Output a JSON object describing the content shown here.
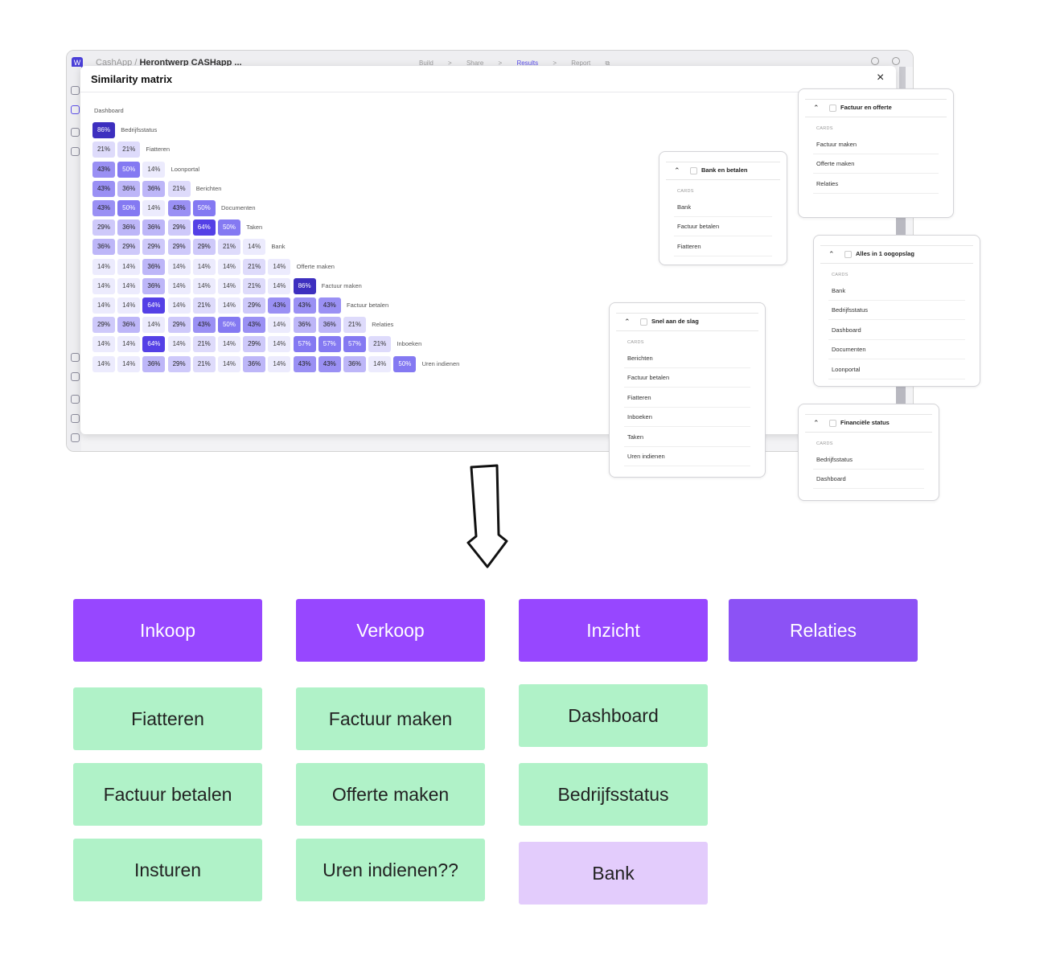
{
  "app": {
    "logo": "W",
    "breadcrumb_project": "CashApp",
    "breadcrumb_sep": "/",
    "breadcrumb_page": "Herontwerp CASHapp ...",
    "nav": [
      "Build",
      ">",
      "Share",
      ">",
      "Results",
      ">",
      "Report"
    ],
    "nav_active": "Results"
  },
  "modal": {
    "title": "Similarity matrix",
    "close": "×"
  },
  "matrix": {
    "labels": [
      "Dashboard",
      "Bedrijfsstatus",
      "Fiatteren",
      "Loonportal",
      "Berichten",
      "Documenten",
      "Taken",
      "Bank",
      "Offerte maken",
      "Factuur maken",
      "Factuur betalen",
      "Relaties",
      "Inboeken",
      "Uren indienen"
    ],
    "rows": [
      [],
      [
        "86%"
      ],
      [
        "21%",
        "21%"
      ],
      [
        "43%",
        "50%",
        "14%"
      ],
      [
        "43%",
        "36%",
        "36%",
        "21%"
      ],
      [
        "43%",
        "50%",
        "14%",
        "43%",
        "50%"
      ],
      [
        "29%",
        "36%",
        "36%",
        "29%",
        "64%",
        "50%"
      ],
      [
        "36%",
        "29%",
        "29%",
        "29%",
        "29%",
        "21%",
        "14%"
      ],
      [
        "14%",
        "14%",
        "36%",
        "14%",
        "14%",
        "14%",
        "21%",
        "14%"
      ],
      [
        "14%",
        "14%",
        "36%",
        "14%",
        "14%",
        "14%",
        "21%",
        "14%",
        "86%"
      ],
      [
        "14%",
        "14%",
        "64%",
        "14%",
        "21%",
        "14%",
        "29%",
        "43%",
        "43%",
        "43%"
      ],
      [
        "29%",
        "36%",
        "14%",
        "29%",
        "43%",
        "50%",
        "43%",
        "14%",
        "36%",
        "36%",
        "21%"
      ],
      [
        "14%",
        "14%",
        "64%",
        "14%",
        "21%",
        "14%",
        "29%",
        "14%",
        "57%",
        "57%",
        "57%",
        "21%"
      ],
      [
        "14%",
        "14%",
        "36%",
        "29%",
        "21%",
        "14%",
        "36%",
        "14%",
        "43%",
        "43%",
        "36%",
        "14%",
        "50%"
      ]
    ]
  },
  "popups": [
    {
      "title": "Bank en betalen",
      "cards_label": "CARDS",
      "items": [
        "Bank",
        "Factuur betalen",
        "Fiatteren"
      ]
    },
    {
      "title": "Factuur en offerte",
      "cards_label": "CARDS",
      "items": [
        "Factuur maken",
        "Offerte maken",
        "Relaties"
      ]
    },
    {
      "title": "Alles in 1 oogopslag",
      "cards_label": "CARDS",
      "items": [
        "Bank",
        "Bedrijfsstatus",
        "Dashboard",
        "Documenten",
        "Loonportal"
      ]
    },
    {
      "title": "Snel aan de slag",
      "cards_label": "CARDS",
      "items": [
        "Berichten",
        "Factuur betalen",
        "Fiatteren",
        "Inboeken",
        "Taken",
        "Uren indienen"
      ]
    },
    {
      "title": "Financiële status",
      "cards_label": "CARDS",
      "items": [
        "Bedrijfsstatus",
        "Dashboard"
      ]
    }
  ],
  "categories": [
    {
      "label": "Inkoop",
      "color": "#9747ff",
      "items": [
        {
          "label": "Fiatteren",
          "color": "#b0f2c8"
        },
        {
          "label": "Factuur betalen",
          "color": "#b0f2c8"
        },
        {
          "label": "Insturen",
          "color": "#b0f2c8"
        }
      ]
    },
    {
      "label": "Verkoop",
      "color": "#9747ff",
      "items": [
        {
          "label": "Factuur maken",
          "color": "#b0f2c8"
        },
        {
          "label": "Offerte maken",
          "color": "#b0f2c8"
        },
        {
          "label": "Uren indienen??",
          "color": "#b0f2c8"
        }
      ]
    },
    {
      "label": "Inzicht",
      "color": "#9747ff",
      "items": [
        {
          "label": "Dashboard",
          "color": "#b0f2c8"
        },
        {
          "label": "Bedrijfsstatus",
          "color": "#b0f2c8"
        },
        {
          "label": "Bank",
          "color": "#e3ccfc"
        }
      ]
    },
    {
      "label": "Relaties",
      "color": "#8c52f5",
      "items": []
    }
  ]
}
